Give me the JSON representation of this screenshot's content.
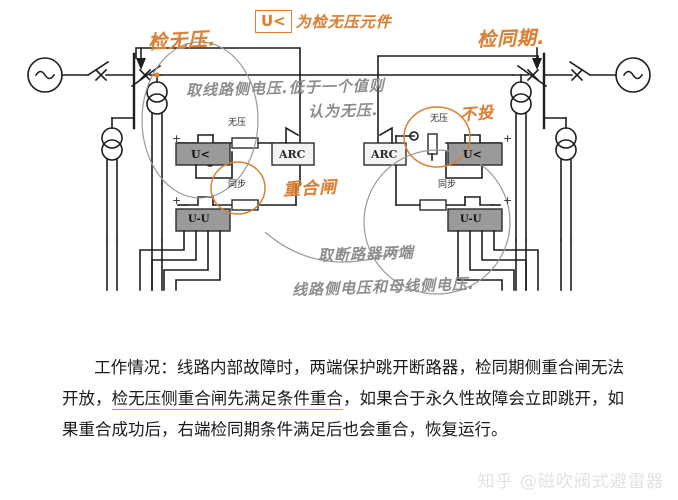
{
  "diagram": {
    "title_annotation": {
      "boxed_symbol": "U<",
      "text": "为检无压元件"
    },
    "orange_annotations": [
      {
        "id": "check-no-voltage",
        "text": "检无压."
      },
      {
        "id": "check-sync",
        "text": "检同期."
      },
      {
        "id": "reclose",
        "text": "重合闸"
      },
      {
        "id": "not-put-in",
        "text": "不投"
      }
    ],
    "gray_annotations": [
      {
        "id": "line-side-voltage-note",
        "line1": "取线路侧电压.低于一个值则",
        "line2": "认为无压."
      },
      {
        "id": "breaker-both-sides-note",
        "line1": "取断路器两端",
        "line2": "线路侧电压和母线侧电压."
      }
    ],
    "component_labels": {
      "no_voltage_left": "无压",
      "no_voltage_right": "无压",
      "sync_left": "同步",
      "sync_right": "同步",
      "arc_left": "ARC",
      "arc_right": "ARC",
      "u_less_left": "U<",
      "u_less_right": "U<",
      "u_minus_u_left": "U-U",
      "u_minus_u_right": "U-U",
      "plus_sign": "+"
    },
    "colors": {
      "orange": "#d98034",
      "gray_pen": "#8d8d8d",
      "wire": "#1d1d1d",
      "relay_box_fill": "#9a9a9a",
      "arc_box_fill": "#f2f2f2"
    }
  },
  "paragraph": {
    "lead": "工作情况：",
    "part1": "线路内部故障时，两端保护跳开断路器，检同期侧重合闸无法开放，",
    "underlined": "检无压侧重合闸先满足条件重合",
    "part2": "，如果合于永久性故障会立即跳开，如果重合成功后，右端检同期条件满足后也会重合，恢复运行。"
  },
  "watermark": {
    "text": "知乎 @磁吹阀式避雷器"
  }
}
